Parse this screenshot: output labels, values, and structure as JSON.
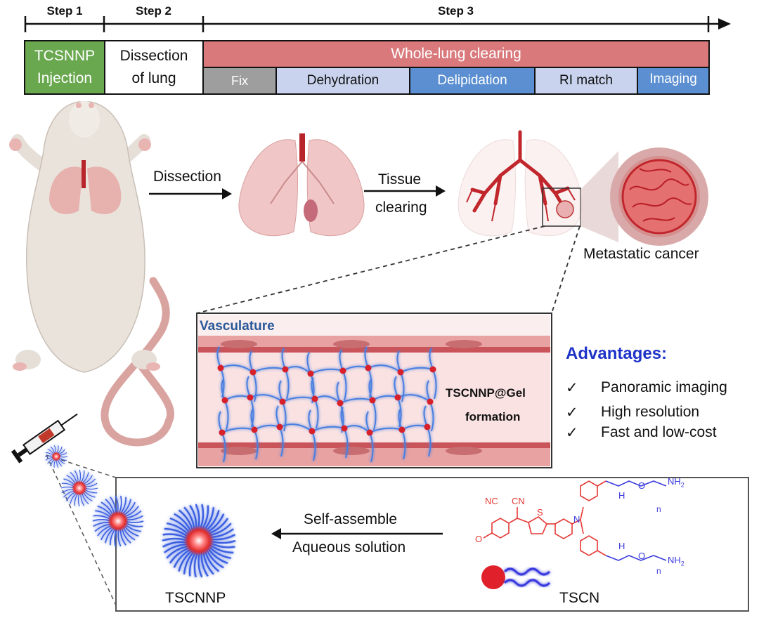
{
  "timeline": {
    "steps": [
      "Step 1",
      "Step 2",
      "Step 3"
    ],
    "boxes": {
      "injection": "TCSNNP\nInjection",
      "dissection": "Dissection\nof lung",
      "whole_lung": "Whole-lung clearing",
      "fix": "Fix",
      "dehydration": "Dehydration",
      "delipidation": "Delipidation",
      "ri_match": "RI match",
      "imaging": "Imaging"
    },
    "colors": {
      "injection": "#6aa84f",
      "whole_lung": "#d9797c",
      "fix": "#9e9e9e",
      "dehydration": "#c9d3ee",
      "delipidation": "#5b8fd1",
      "ri_match": "#c9d3ee",
      "imaging": "#5b8fd1"
    }
  },
  "flow": {
    "dissection_arrow": "Dissection",
    "tissue_clearing_line1": "Tissue",
    "tissue_clearing_line2": "clearing",
    "metastatic": "Metastatic cancer"
  },
  "vessel": {
    "title": "Vasculature",
    "gel_line1": "TSCNNP@Gel",
    "gel_line2": "formation"
  },
  "advantages": {
    "title": "Advantages:",
    "items": [
      "Panoramic imaging",
      "High resolution",
      "Fast and low-cost"
    ],
    "check": "✓"
  },
  "assembly": {
    "arrow_top": "Self-assemble",
    "arrow_bottom": "Aqueous solution",
    "tscnnp": "TSCNNP",
    "tscn": "TSCN",
    "chem": {
      "nc": "NC",
      "cn": "CN",
      "s": "S",
      "n": "N",
      "o": "O",
      "h": "H",
      "nh2": "NH",
      "sub2": "2",
      "rep": "n"
    }
  }
}
